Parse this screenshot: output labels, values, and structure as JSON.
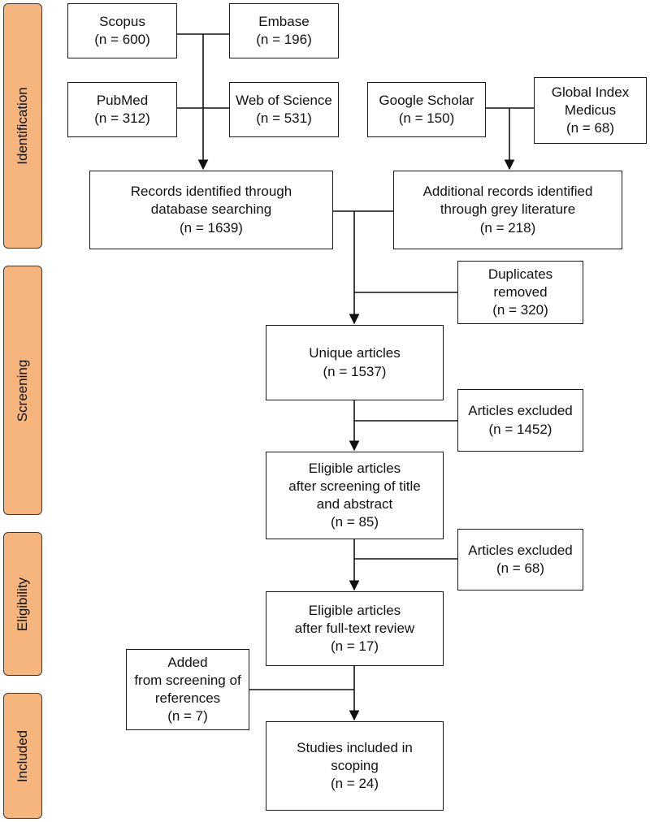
{
  "phases": {
    "identification": "Identification",
    "screening": "Screening",
    "eligibility": "Eligibility",
    "included": "Included"
  },
  "boxes": {
    "scopus": "Scopus\n(n = 600)",
    "embase": "Embase\n(n = 196)",
    "pubmed": "PubMed\n(n = 312)",
    "web_of_science": "Web of Science\n(n = 531)",
    "google_scholar": "Google Scholar\n(n = 150)",
    "global_index_medicus": "Global Index\nMedicus\n(n = 68)",
    "records_database": "Records identified through\ndatabase searching\n(n = 1639)",
    "records_grey": "Additional records identified\nthrough grey literature\n(n = 218)",
    "duplicates_removed": "Duplicates\nremoved\n(n = 320)",
    "unique_articles": "Unique articles\n(n = 1537)",
    "excluded_1": "Articles excluded\n(n = 1452)",
    "eligible_screening": "Eligible articles\nafter screening of title\nand abstract\n(n = 85)",
    "excluded_2": "Articles excluded\n(n = 68)",
    "eligible_fulltext": "Eligible articles\nafter full-text review\n(n = 17)",
    "added_references": "Added\nfrom screening of\nreferences\n(n = 7)",
    "studies_included": "Studies included in\nscoping\n(n = 24)"
  }
}
